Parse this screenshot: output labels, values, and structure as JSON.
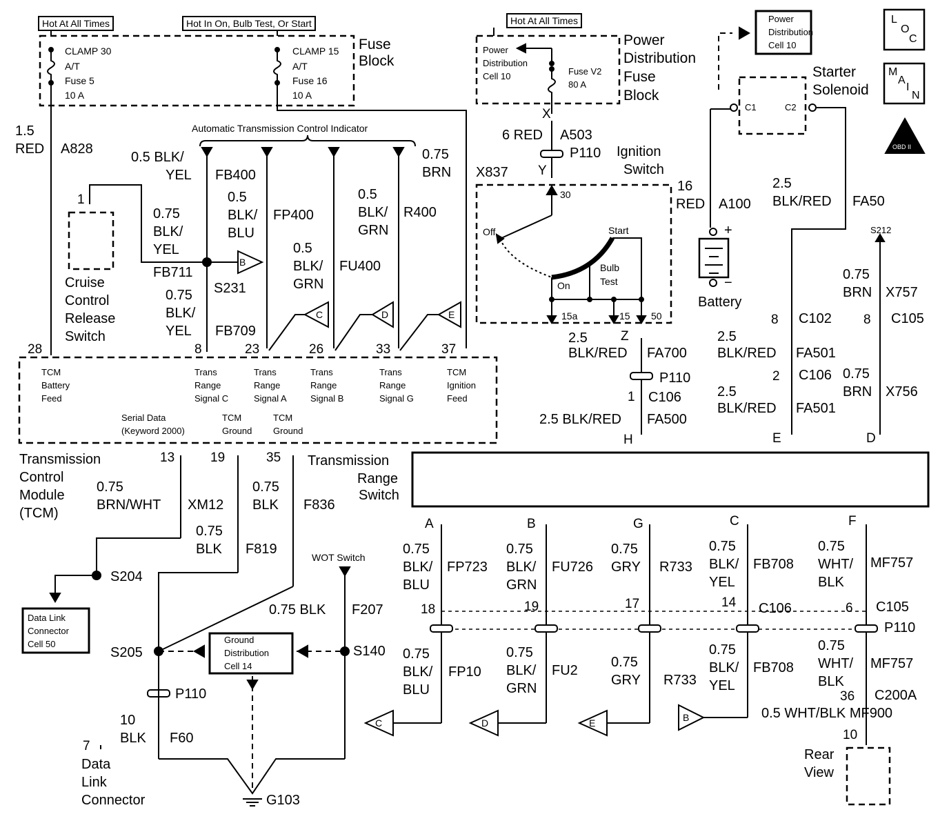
{
  "headers": {
    "hot_all_times_left": "Hot At All Times",
    "hot_in_on": "Hot In On, Bulb Test, Or Start",
    "hot_all_times_right": "Hot At All Times"
  },
  "fuse_block": {
    "title_1": "Fuse",
    "title_2": "Block",
    "fuse5": [
      "CLAMP 30",
      "A/T",
      "Fuse 5",
      "10 A"
    ],
    "fuse16": [
      "CLAMP 15",
      "A/T",
      "Fuse 16",
      "10 A"
    ]
  },
  "pdfb": {
    "title": [
      "Power",
      "Distribution",
      "Fuse",
      "Block"
    ],
    "cell": [
      "Power",
      "Distribution",
      "Cell 10"
    ],
    "fuse": [
      "Fuse V2",
      "80 A"
    ],
    "cell_box": [
      "Power",
      "Distribution",
      "Cell 10"
    ]
  },
  "starter": {
    "title": [
      "Starter",
      "Solenoid"
    ],
    "c1": "C1",
    "c2": "C2"
  },
  "badges": {
    "loc": [
      "L",
      "O",
      "C"
    ],
    "main": [
      "M",
      "A",
      "I",
      "N"
    ],
    "obd": "OBD II"
  },
  "wires": {
    "a828": [
      "1.5",
      "RED",
      "A828"
    ],
    "fb400": [
      "0.5 BLK/",
      "YEL",
      "FB400"
    ],
    "fp400": [
      "0.5",
      "BLK/",
      "BLU",
      "FP400"
    ],
    "fu400": [
      "0.5",
      "BLK/",
      "GRN",
      "FU400"
    ],
    "r400": [
      "0.5",
      "BLK/",
      "GRN",
      "R400"
    ],
    "brn": [
      "0.75",
      "BRN"
    ],
    "fb711": [
      "0.75",
      "BLK/",
      "YEL",
      "FB711"
    ],
    "fb709": [
      "0.75",
      "BLK/",
      "YEL",
      "FB709"
    ],
    "s231": "S231",
    "a503": [
      "6 RED",
      "A503"
    ],
    "x837": "X837",
    "a100": [
      "16",
      "RED",
      "A100"
    ],
    "fa50": [
      "2.5",
      "BLK/RED",
      "FA50"
    ],
    "fa700": [
      "2.5",
      "BLK/RED",
      "FA700"
    ],
    "fa500": [
      "2.5 BLK/RED",
      "FA500"
    ],
    "fa501a": [
      "2.5",
      "BLK/RED",
      "FA501"
    ],
    "fa501b": [
      "2.5",
      "BLK/RED",
      "FA501"
    ],
    "x757": [
      "0.75",
      "BRN",
      "X757"
    ],
    "x756": [
      "0.75",
      "BRN",
      "X756"
    ],
    "s212": "S212",
    "xm12": [
      "0.75",
      "BRN/WHT",
      "XM12"
    ],
    "f836": [
      "0.75",
      "BLK",
      "F836"
    ],
    "f819": [
      "0.75",
      "BLK",
      "F819"
    ],
    "f207": [
      "0.75 BLK",
      "F207"
    ],
    "f60": [
      "10",
      "BLK",
      "F60"
    ],
    "fp723": [
      "0.75",
      "BLK/",
      "BLU",
      "FP723"
    ],
    "fu726": [
      "0.75",
      "BLK/",
      "GRN",
      "FU726"
    ],
    "r733a": [
      "0.75",
      "GRY",
      "R733"
    ],
    "fb708a": [
      "0.75",
      "BLK/",
      "YEL",
      "FB708"
    ],
    "mf757a": [
      "0.75",
      "WHT/",
      "BLK",
      "MF757"
    ],
    "fp10": [
      "0.75",
      "BLK/",
      "BLU",
      "FP10"
    ],
    "fu2": [
      "0.75",
      "BLK/",
      "GRN",
      "FU2"
    ],
    "r733b": [
      "0.75",
      "GRY",
      "R733"
    ],
    "fb708b": [
      "0.75",
      "BLK/",
      "YEL",
      "FB708"
    ],
    "mf757b": [
      "0.75",
      "WHT/",
      "BLK",
      "MF757"
    ],
    "mf900": "0.5 WHT/BLK MF900"
  },
  "connectors": {
    "x": "X",
    "y": "Y",
    "p110": "P110",
    "z": "Z",
    "h": "H",
    "c106": "C106",
    "c102": "C102",
    "c105": "C105",
    "e": "E",
    "d": "D",
    "c200a": "C200A"
  },
  "pins": {
    "p1": "1",
    "p28": "28",
    "p8": "8",
    "p23": "23",
    "p26": "26",
    "p33": "33",
    "p37": "37",
    "p13": "13",
    "p19": "19",
    "p35": "35",
    "p7": "7",
    "c102_8": "8",
    "c105_8": "8",
    "c106_2": "2",
    "c106_1": "1",
    "s30": "30",
    "s15a": "15a",
    "s15": "15",
    "s50": "50",
    "t18": "18",
    "t19": "19",
    "t17": "17",
    "t14": "14",
    "t6": "6",
    "t36": "36",
    "t10": "10",
    "A": "A",
    "B": "B",
    "G": "G",
    "C": "C",
    "F": "F"
  },
  "ignition": {
    "title": [
      "Ignition",
      "Switch"
    ],
    "off": "Off",
    "start": "Start",
    "on": "On",
    "bulb": [
      "Bulb",
      "Test"
    ]
  },
  "battery": {
    "label": "Battery",
    "plus": "+",
    "minus": "−"
  },
  "cruise": [
    "Cruise",
    "Control",
    "Release",
    "Switch"
  ],
  "atci": "Automatic Transmission Control Indicator",
  "tcm": {
    "title": [
      "Transmission",
      "Control",
      "Module",
      "(TCM)"
    ],
    "battery_feed": [
      "TCM",
      "Battery",
      "Feed"
    ],
    "range_c": [
      "Trans",
      "Range",
      "Signal C"
    ],
    "range_a": [
      "Trans",
      "Range",
      "Signal A"
    ],
    "range_b": [
      "Trans",
      "Range",
      "Signal B"
    ],
    "range_g": [
      "Trans",
      "Range",
      "Signal G"
    ],
    "ign_feed": [
      "TCM",
      "Ignition",
      "Feed"
    ],
    "serial": [
      "Serial Data",
      "(Keyword 2000)"
    ],
    "ground1": [
      "TCM",
      "Ground"
    ],
    "ground2": [
      "TCM",
      "Ground"
    ]
  },
  "trs": [
    "Transmission",
    "Range",
    "Switch"
  ],
  "splices": {
    "s204": "S204",
    "s205": "S205",
    "s140": "S140",
    "g103": "G103"
  },
  "boxes": {
    "dlc_cell": [
      "Data Link",
      "Connector",
      "Cell 50"
    ],
    "ground_dist": [
      "Ground",
      "Distribution",
      "Cell 14"
    ]
  },
  "wot": "WOT Switch",
  "dlc": [
    "Data",
    "Link",
    "Connector"
  ],
  "rear_view": [
    "Rear",
    "View"
  ],
  "flags": {
    "b": "B",
    "c": "C",
    "d": "D",
    "e": "E"
  }
}
